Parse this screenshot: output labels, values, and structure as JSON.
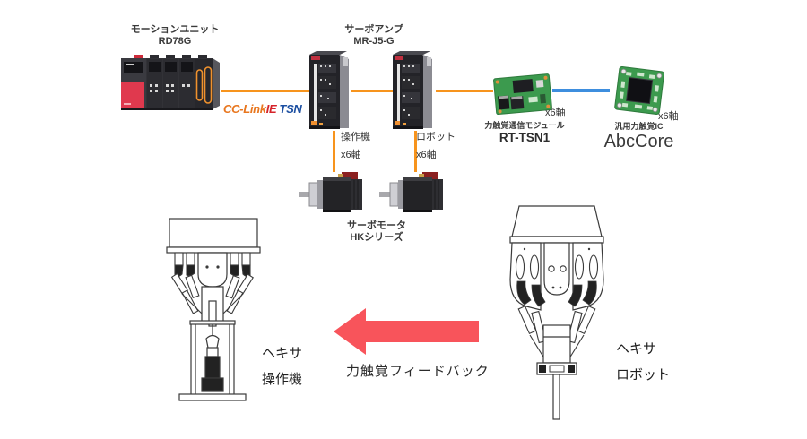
{
  "diagram": {
    "motion_unit": {
      "label_line1": "モーションユニット",
      "label_line2": "RD78G"
    },
    "servo_amp": {
      "label_line1": "サーボアンプ",
      "label_line2": "MR-J5-G"
    },
    "cclink_logo": {
      "part1": "CC-Link",
      "part2": "IE",
      "part3": "TSN"
    },
    "amp_outputs": {
      "left": {
        "name": "操作機",
        "axes": "x6軸"
      },
      "right": {
        "name": "ロボット",
        "axes": "x6軸"
      }
    },
    "servo_motor": {
      "label_line1": "サーボモータ",
      "label_line2": "HKシリーズ"
    },
    "rt_module": {
      "type_label": "力触覚通信モジュール",
      "name": "RT-TSN1",
      "axes": "x6軸"
    },
    "abc_ic": {
      "type_label": "汎用力触覚IC",
      "name": "AbcCore",
      "axes": "x6軸"
    },
    "hexa_master": {
      "line1": "ヘキサ",
      "line2": "操作機"
    },
    "hexa_robot": {
      "line1": "ヘキサ",
      "line2": "ロボット"
    },
    "feedback": {
      "label": "力触覚フィードバック"
    },
    "colors": {
      "network_line_orange": "#F7941D",
      "sensor_line_blue": "#3E8EDE",
      "feedback_arrow_red": "#F8545B",
      "logo_orange": "#E8761E",
      "logo_red": "#D5232A",
      "logo_blue": "#1C4FA1",
      "pcb_green": "#3C9A4E",
      "plc_red": "#E0394E"
    }
  }
}
